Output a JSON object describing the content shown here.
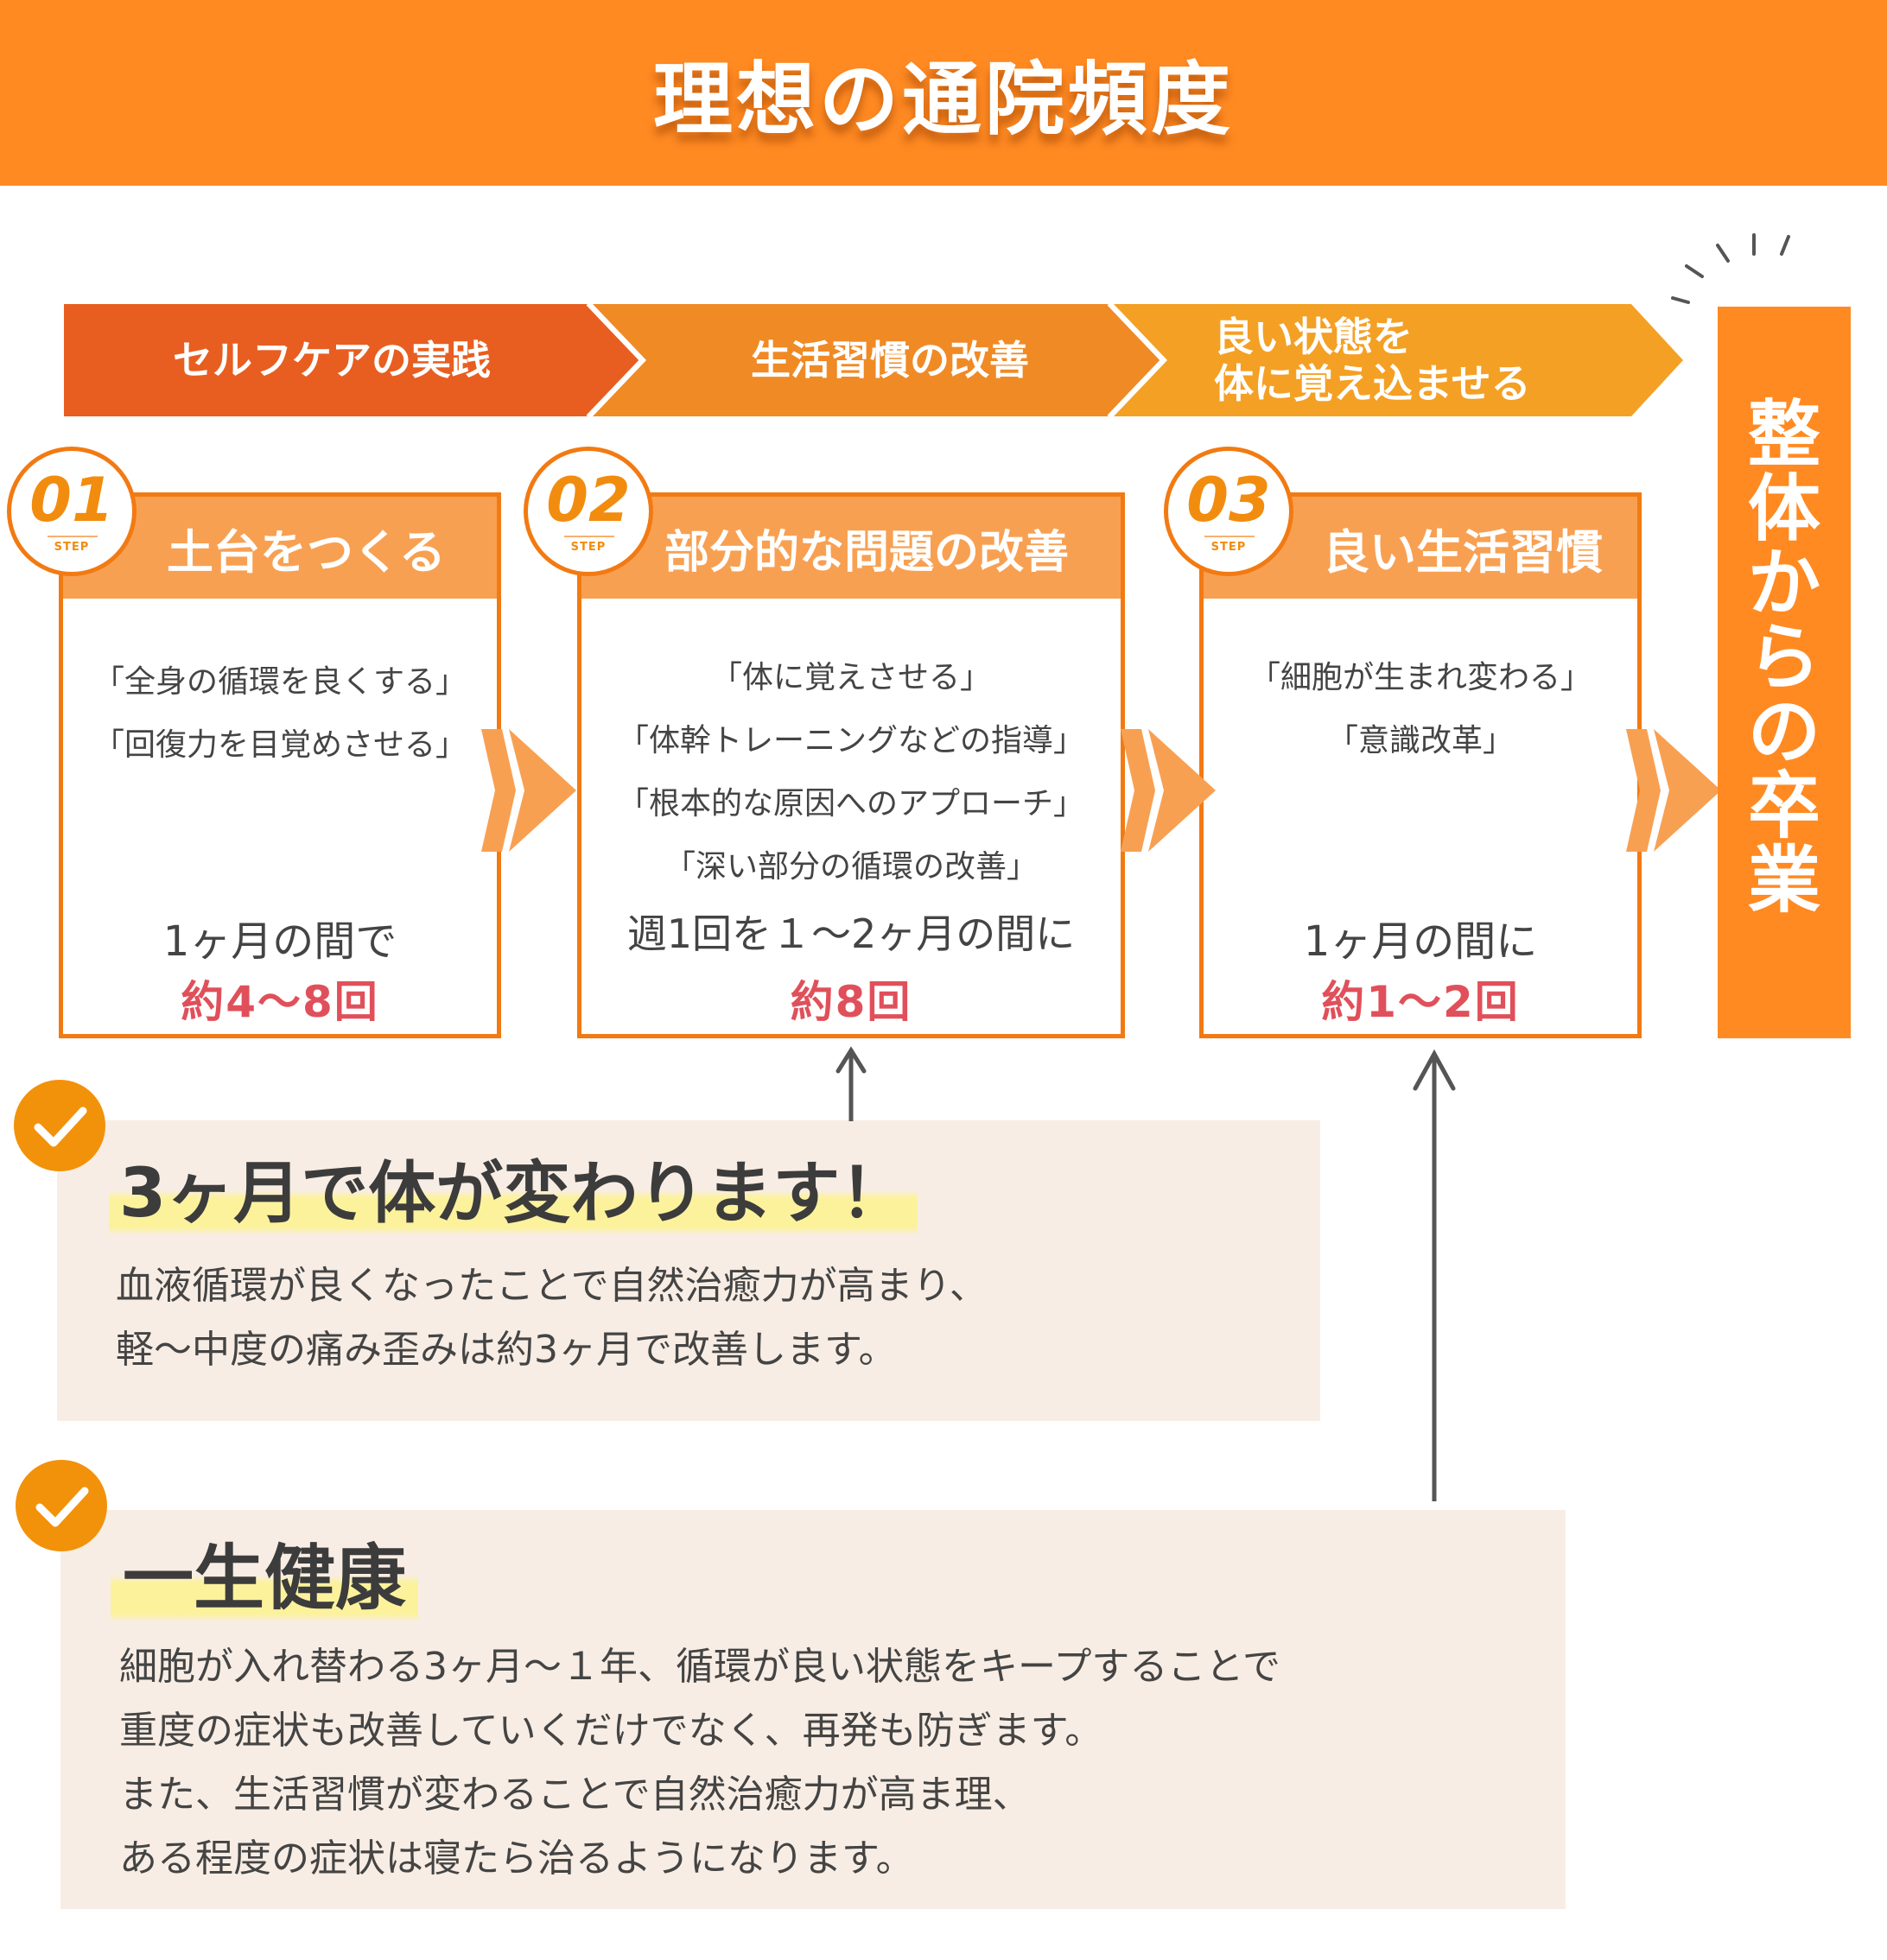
{
  "header": {
    "title": "理想の通院頻度",
    "bg_color": "#FF8A22"
  },
  "phases": [
    {
      "label": "セルフケアの実践",
      "color": "#E85E20"
    },
    {
      "label_line1": "生活習慣の改善",
      "color": "#F08A25"
    },
    {
      "label_line1": "良い状態を",
      "label_line2": "体に覚え込ませる",
      "color": "#F4A024"
    }
  ],
  "steps": [
    {
      "number": "01",
      "step_label": "STEP",
      "title": "土台をつくる",
      "quotes": [
        "「全身の循環を良くする」",
        "「回復力を目覚めさせる」"
      ],
      "frequency_text": "1ヶ月の間で",
      "frequency_count": "約4〜8回"
    },
    {
      "number": "02",
      "step_label": "STEP",
      "title": "部分的な問題の改善",
      "quotes": [
        "「体に覚えさせる」",
        "「体幹トレーニングなどの指導」",
        "「根本的な原因へのアプローチ」",
        "「深い部分の循環の改善」"
      ],
      "frequency_text": "週1回を１〜2ヶ月の間に",
      "frequency_count": "約8回"
    },
    {
      "number": "03",
      "step_label": "STEP",
      "title": "良い生活習慣",
      "quotes": [
        "「細胞が生まれ変わる」",
        "「意識改革」"
      ],
      "frequency_text": "1ヶ月の間に",
      "frequency_count": "約1〜2回"
    }
  ],
  "graduation": {
    "label": "整体からの卒業",
    "color": "#FF8A22"
  },
  "notes": [
    {
      "icon": "check-icon",
      "heading": "3ヶ月で体が変わります！",
      "body_lines": [
        "血液循環が良くなったことで自然治癒力が高まり、",
        "軽〜中度の痛み歪みは約3ヶ月で改善します。"
      ]
    },
    {
      "icon": "check-icon",
      "heading": "一生健康",
      "body_lines": [
        "細胞が入れ替わる3ヶ月〜１年、循環が良い状態をキープすることで",
        "重度の症状も改善していくだけでなく、再発も防ぎます。",
        "また、生活習慣が変わることで自然治癒力が高ま理、",
        "ある程度の症状は寝たら治るようになります。"
      ]
    }
  ],
  "colors": {
    "accent": "#F27A12",
    "step_header": "#F8A052",
    "count_red": "#E0505A",
    "note_bg": "#F8EDE4",
    "check": "#F2920A",
    "highlight": "#FCF29C"
  }
}
